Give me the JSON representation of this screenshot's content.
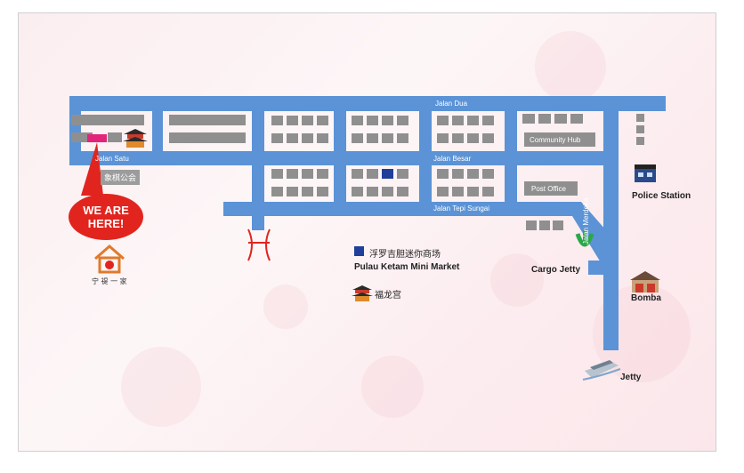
{
  "roads": {
    "jalan_dua": "Jalan Dua",
    "jalan_satu": "Jalan Satu",
    "jalan_besar": "Jalan Besar",
    "jalan_tepi_sungai": "Jalan Tepi Sungai",
    "jalan_merdeka": "Jalan Merdeka"
  },
  "landmarks": {
    "community_hub": "Community Hub",
    "post_office": "Post Office",
    "clan_hall": "象棋公会",
    "police_station": "Police Station",
    "cargo_jetty": "Cargo Jetty",
    "bomba": "Bomba",
    "jetty": "Jetty",
    "mini_market_zh": "浮罗吉胆迷你商场",
    "mini_market_en": "Pulau Ketam Mini Market",
    "temple_zh": "福龙宫"
  },
  "marker": {
    "we_are_here": "WE ARE HERE!",
    "color": "#e2241f"
  },
  "logo": {
    "title": "宁 禔 一 家",
    "icon": "house-heart-logo-icon"
  },
  "colors": {
    "road": "#5b93d6",
    "block": "#8f8f8f",
    "accent_block": "#1f3f9a",
    "marker": "#e2241f",
    "cargo_icon": "#2aa84a"
  },
  "icons": {
    "temple": "temple-icon",
    "police": "police-station-icon",
    "fire": "fire-station-icon",
    "ferry": "ferry-icon",
    "anchor": "anchor-icon",
    "bridge": "bridge-icon"
  }
}
